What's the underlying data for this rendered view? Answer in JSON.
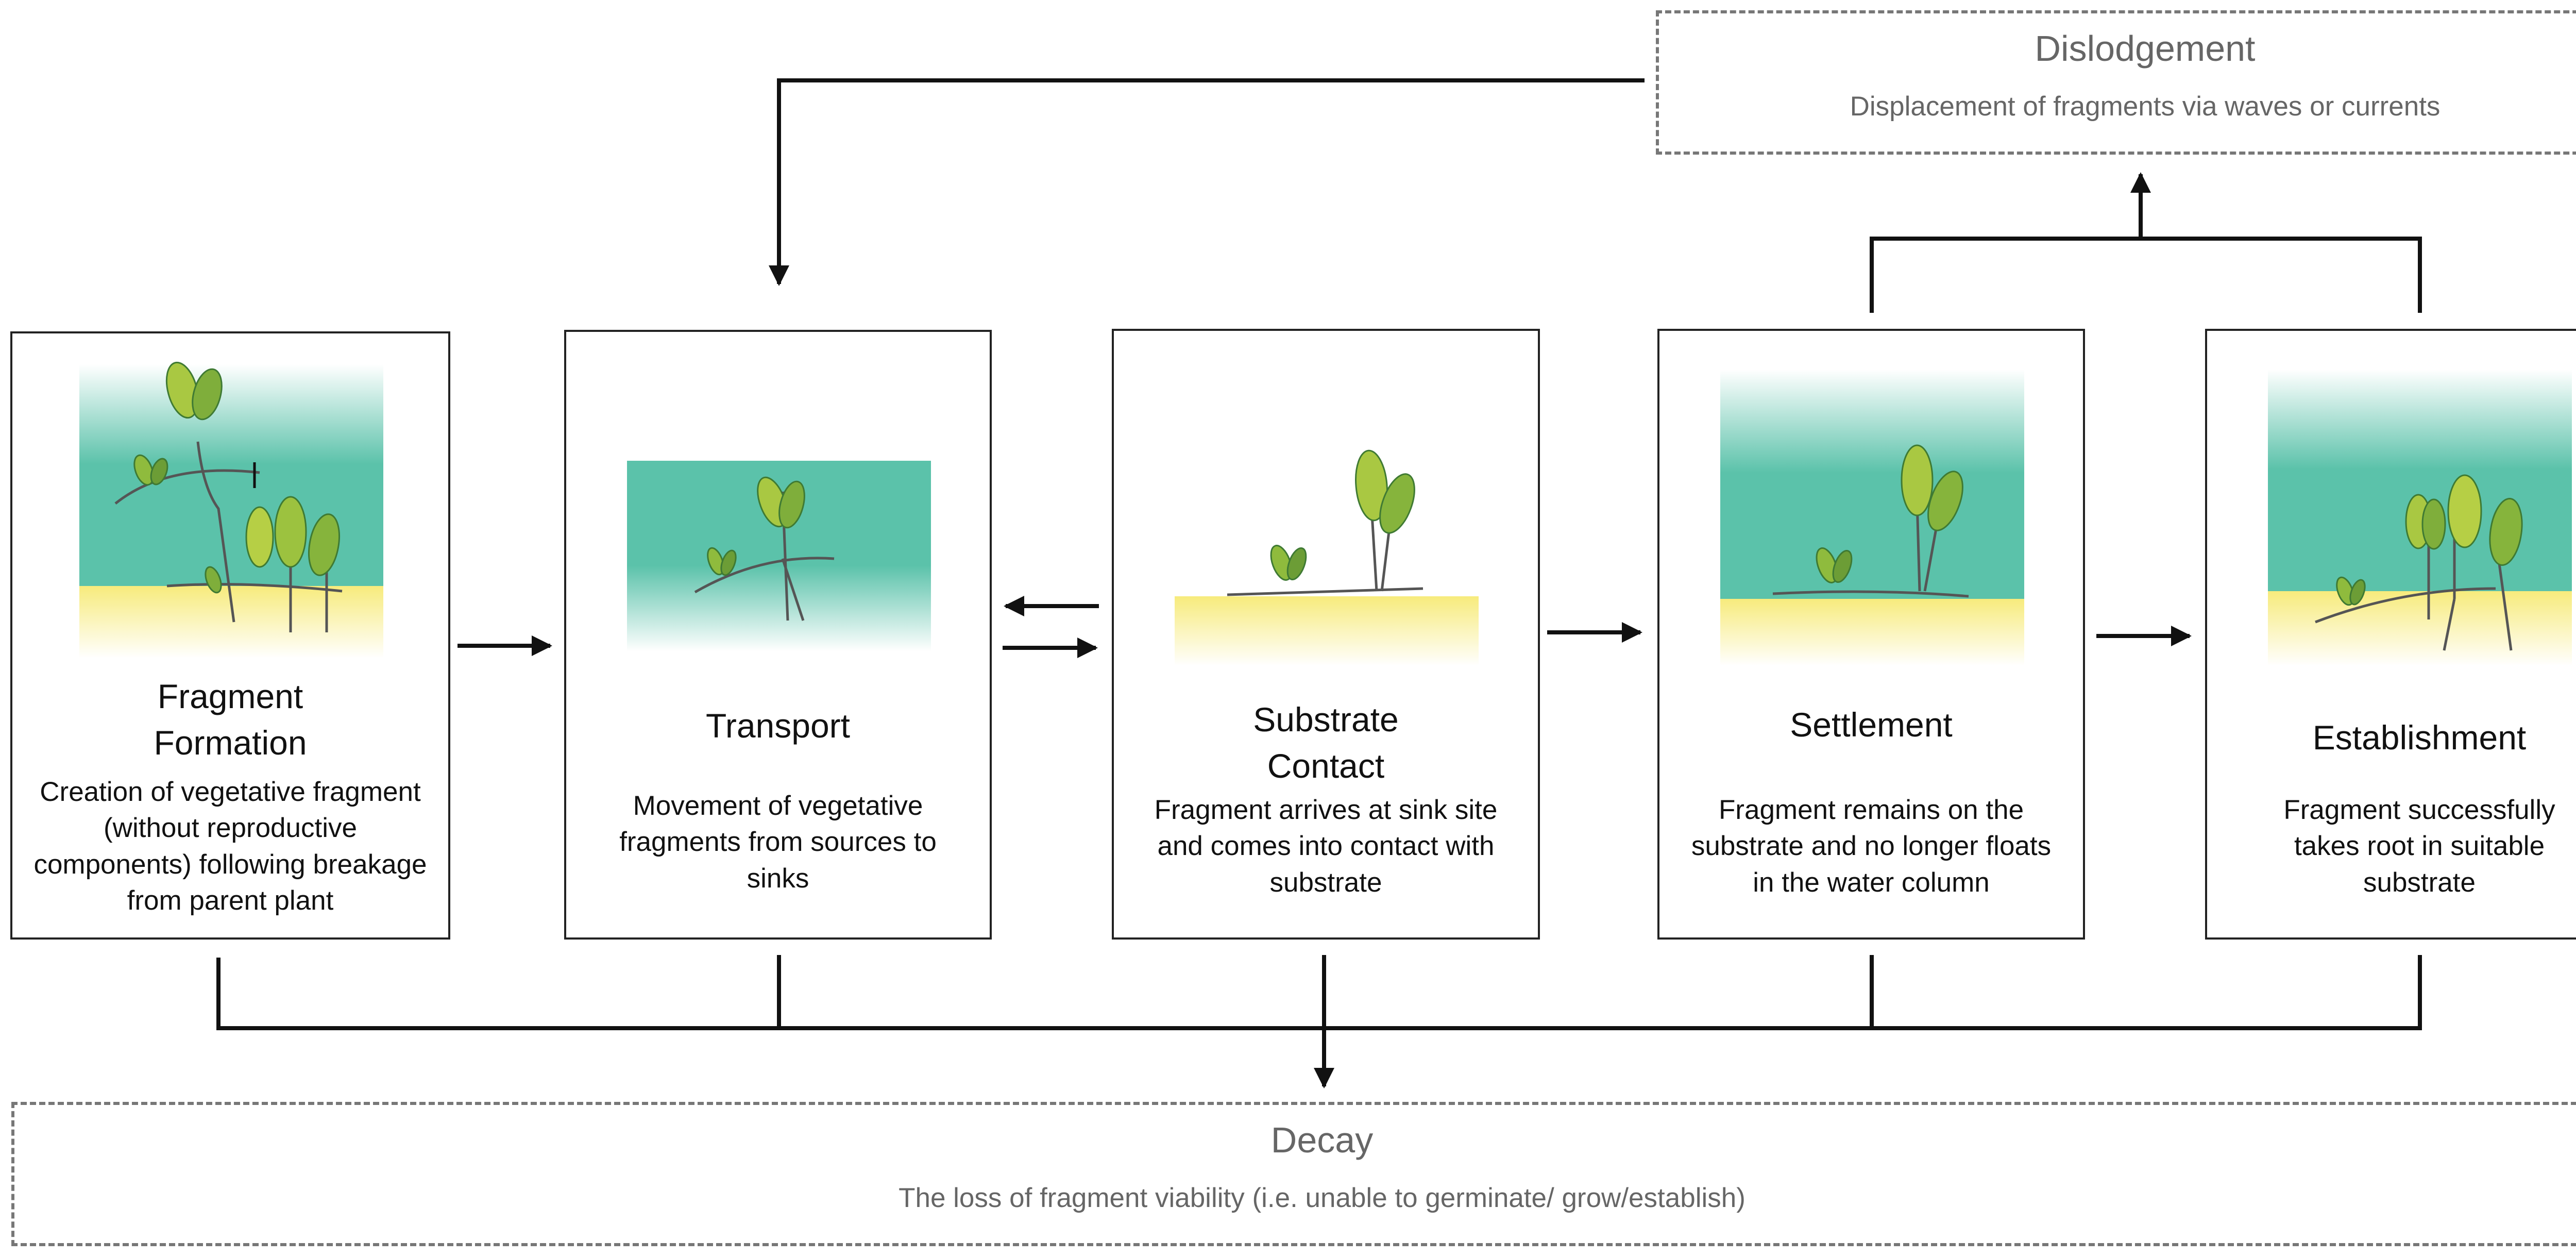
{
  "stages": [
    {
      "title": "Fragment Formation",
      "description": "Creation of vegetative fragment (without reproductive components) following breakage from parent plant"
    },
    {
      "title": "Transport",
      "description": "Movement of vegetative fragments from sources to sinks"
    },
    {
      "title": "Substrate Contact",
      "description": "Fragment arrives at sink site and comes into contact with substrate"
    },
    {
      "title": "Settlement",
      "description": "Fragment remains on the substrate and no longer floats in the water column"
    },
    {
      "title": "Establishment",
      "description": "Fragment successfully takes root in suitable substrate"
    }
  ],
  "dislodgement": {
    "title": "Dislodgement",
    "description": "Displacement of fragments via waves or currents"
  },
  "decay": {
    "title": "Decay",
    "description": "The loss of fragment viability (i.e. unable to germinate/ grow/establish)"
  },
  "colors": {
    "water": "#5bc2aa",
    "sand": "#f7eb7c",
    "leaf_light": "#c9d84a",
    "leaf_dark": "#4e8a3a",
    "line": "#111111",
    "dashed": "#777777"
  },
  "icons": [
    "seagrass-fragment-illustration",
    "wave-surface",
    "arrow-head"
  ]
}
